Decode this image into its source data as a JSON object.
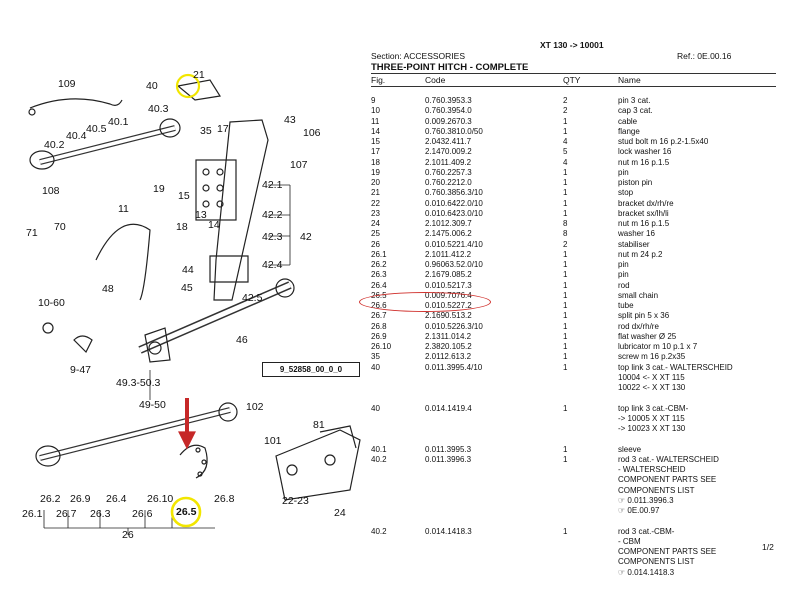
{
  "header": {
    "model": "XT 130 -> 10001",
    "section": "Section: ACCESSORIES",
    "ref": "Ref.: 0E.00.16",
    "title": "THREE-POINT HITCH - COMPLETE",
    "col_fig": "Fig.",
    "col_code": "Code",
    "col_qty": "QTY",
    "col_name": "Name"
  },
  "rows": [
    {
      "fig": "9",
      "code": "0.760.3953.3",
      "qty": "2",
      "name": "pin 3 cat."
    },
    {
      "fig": "10",
      "code": "0.760.3954.0",
      "qty": "2",
      "name": "cap 3 cat."
    },
    {
      "fig": "11",
      "code": "0.009.2670.3",
      "qty": "1",
      "name": "cable"
    },
    {
      "fig": "14",
      "code": "0.760.3810.0/50",
      "qty": "1",
      "name": "flange"
    },
    {
      "fig": "15",
      "code": "2.0432.411.7",
      "qty": "4",
      "name": "stud bolt m 16 p.2-1.5x40"
    },
    {
      "fig": "17",
      "code": "2.1470.009.2",
      "qty": "5",
      "name": "lock washer 16"
    },
    {
      "fig": "18",
      "code": "2.1011.409.2",
      "qty": "4",
      "name": "nut m 16 p.1.5"
    },
    {
      "fig": "19",
      "code": "0.760.2257.3",
      "qty": "1",
      "name": "pin"
    },
    {
      "fig": "20",
      "code": "0.760.2212.0",
      "qty": "1",
      "name": "piston pin"
    },
    {
      "fig": "21",
      "code": "0.760.3856.3/10",
      "qty": "1",
      "name": "stop"
    },
    {
      "fig": "22",
      "code": "0.010.6422.0/10",
      "qty": "1",
      "name": "bracket dx/rh/re"
    },
    {
      "fig": "23",
      "code": "0.010.6423.0/10",
      "qty": "1",
      "name": "bracket sx/lh/li"
    },
    {
      "fig": "24",
      "code": "2.1012.309.7",
      "qty": "8",
      "name": "nut m 16 p.1.5"
    },
    {
      "fig": "25",
      "code": "2.1475.006.2",
      "qty": "8",
      "name": "washer 16"
    },
    {
      "fig": "26",
      "code": "0.010.5221.4/10",
      "qty": "2",
      "name": "stabiliser"
    },
    {
      "fig": "26.1",
      "code": "2.1011.412.2",
      "qty": "1",
      "name": "nut m 24 p.2"
    },
    {
      "fig": "26.2",
      "code": "0.96063.52.0/10",
      "qty": "1",
      "name": "pin"
    },
    {
      "fig": "26.3",
      "code": "2.1679.085.2",
      "qty": "1",
      "name": "pin"
    },
    {
      "fig": "26.4",
      "code": "0.010.5217.3",
      "qty": "1",
      "name": "rod"
    },
    {
      "fig": "26.5",
      "code": "0.009.7076.4",
      "qty": "1",
      "name": "small chain"
    },
    {
      "fig": "26.6",
      "code": "0.010.5227.2",
      "qty": "1",
      "name": "tube"
    },
    {
      "fig": "26.7",
      "code": "2.1690.513.2",
      "qty": "1",
      "name": "split pin 5 x 36"
    },
    {
      "fig": "26.8",
      "code": "0.010.5226.3/10",
      "qty": "1",
      "name": "rod dx/rh/re"
    },
    {
      "fig": "26.9",
      "code": "2.1311.014.2",
      "qty": "1",
      "name": "flat washer Ø 25"
    },
    {
      "fig": "26.10",
      "code": "2.3820.105.2",
      "qty": "1",
      "name": "lubricator m 10 p.1 x 7"
    },
    {
      "fig": "35",
      "code": "2.0112.613.2",
      "qty": "1",
      "name": "screw m 16 p.2x35"
    },
    {
      "fig": "40",
      "code": "0.011.3995.4/10",
      "qty": "1",
      "name": "top link 3 cat.- WALTERSCHEID"
    },
    {
      "fig": "",
      "code": "",
      "qty": "",
      "name": "10004 <- X XT 115"
    },
    {
      "fig": "",
      "code": "",
      "qty": "",
      "name": "10022 <- X XT 130"
    },
    {
      "fig": "",
      "code": "",
      "qty": "",
      "name": ""
    },
    {
      "fig": "40",
      "code": "0.014.1419.4",
      "qty": "1",
      "name": "top link 3 cat.-CBM-"
    },
    {
      "fig": "",
      "code": "",
      "qty": "",
      "name": "-> 10005 X XT 115"
    },
    {
      "fig": "",
      "code": "",
      "qty": "",
      "name": "-> 10023 X XT 130"
    },
    {
      "fig": "",
      "code": "",
      "qty": "",
      "name": ""
    },
    {
      "fig": "40.1",
      "code": "0.011.3995.3",
      "qty": "1",
      "name": "sleeve"
    },
    {
      "fig": "40.2",
      "code": "0.011.3996.3",
      "qty": "1",
      "name": "rod 3 cat.- WALTERSCHEID"
    },
    {
      "fig": "",
      "code": "",
      "qty": "",
      "name": "- WALTERSCHEID"
    },
    {
      "fig": "",
      "code": "",
      "qty": "",
      "name": "COMPONENT PARTS SEE"
    },
    {
      "fig": "",
      "code": "",
      "qty": "",
      "name": "COMPONENTS LIST"
    },
    {
      "fig": "",
      "code": "",
      "qty": "",
      "name": "☞ 0.011.3996.3"
    },
    {
      "fig": "",
      "code": "",
      "qty": "",
      "name": "☞ 0E.00.97"
    },
    {
      "fig": "",
      "code": "",
      "qty": "",
      "name": ""
    },
    {
      "fig": "40.2",
      "code": "0.014.1418.3",
      "qty": "1",
      "name": "rod 3 cat.-CBM-"
    },
    {
      "fig": "",
      "code": "",
      "qty": "",
      "name": "- CBM"
    },
    {
      "fig": "",
      "code": "",
      "qty": "",
      "name": "COMPONENT PARTS SEE"
    },
    {
      "fig": "",
      "code": "",
      "qty": "",
      "name": "COMPONENTS LIST"
    },
    {
      "fig": "",
      "code": "",
      "qty": "",
      "name": "☞ 0.014.1418.3"
    }
  ],
  "pager": "1/2",
  "diagram": {
    "ref_code": "9_52858_00_0_0",
    "labels": [
      "109",
      "40",
      "21",
      "40.3",
      "40.2",
      "40.4",
      "40.5",
      "40.1",
      "35",
      "17",
      "43",
      "106",
      "107",
      "108",
      "19",
      "15",
      "13",
      "14",
      "42.1",
      "42.2",
      "42.3",
      "42",
      "42.4",
      "42.5",
      "71",
      "70",
      "11",
      "18",
      "48",
      "44",
      "45",
      "10-60",
      "9-47",
      "46",
      "49.3-50.3",
      "49-50",
      "102",
      "81",
      "101",
      "22-23",
      "24",
      "26.2",
      "26.9",
      "26.4",
      "26.10",
      "26.8",
      "26.1",
      "26.7",
      "26.3",
      "26.6",
      "26.5",
      "26"
    ]
  },
  "colors": {
    "highlight": "#d0312d",
    "arrow": "#c62828",
    "callout": "#f2e600"
  }
}
